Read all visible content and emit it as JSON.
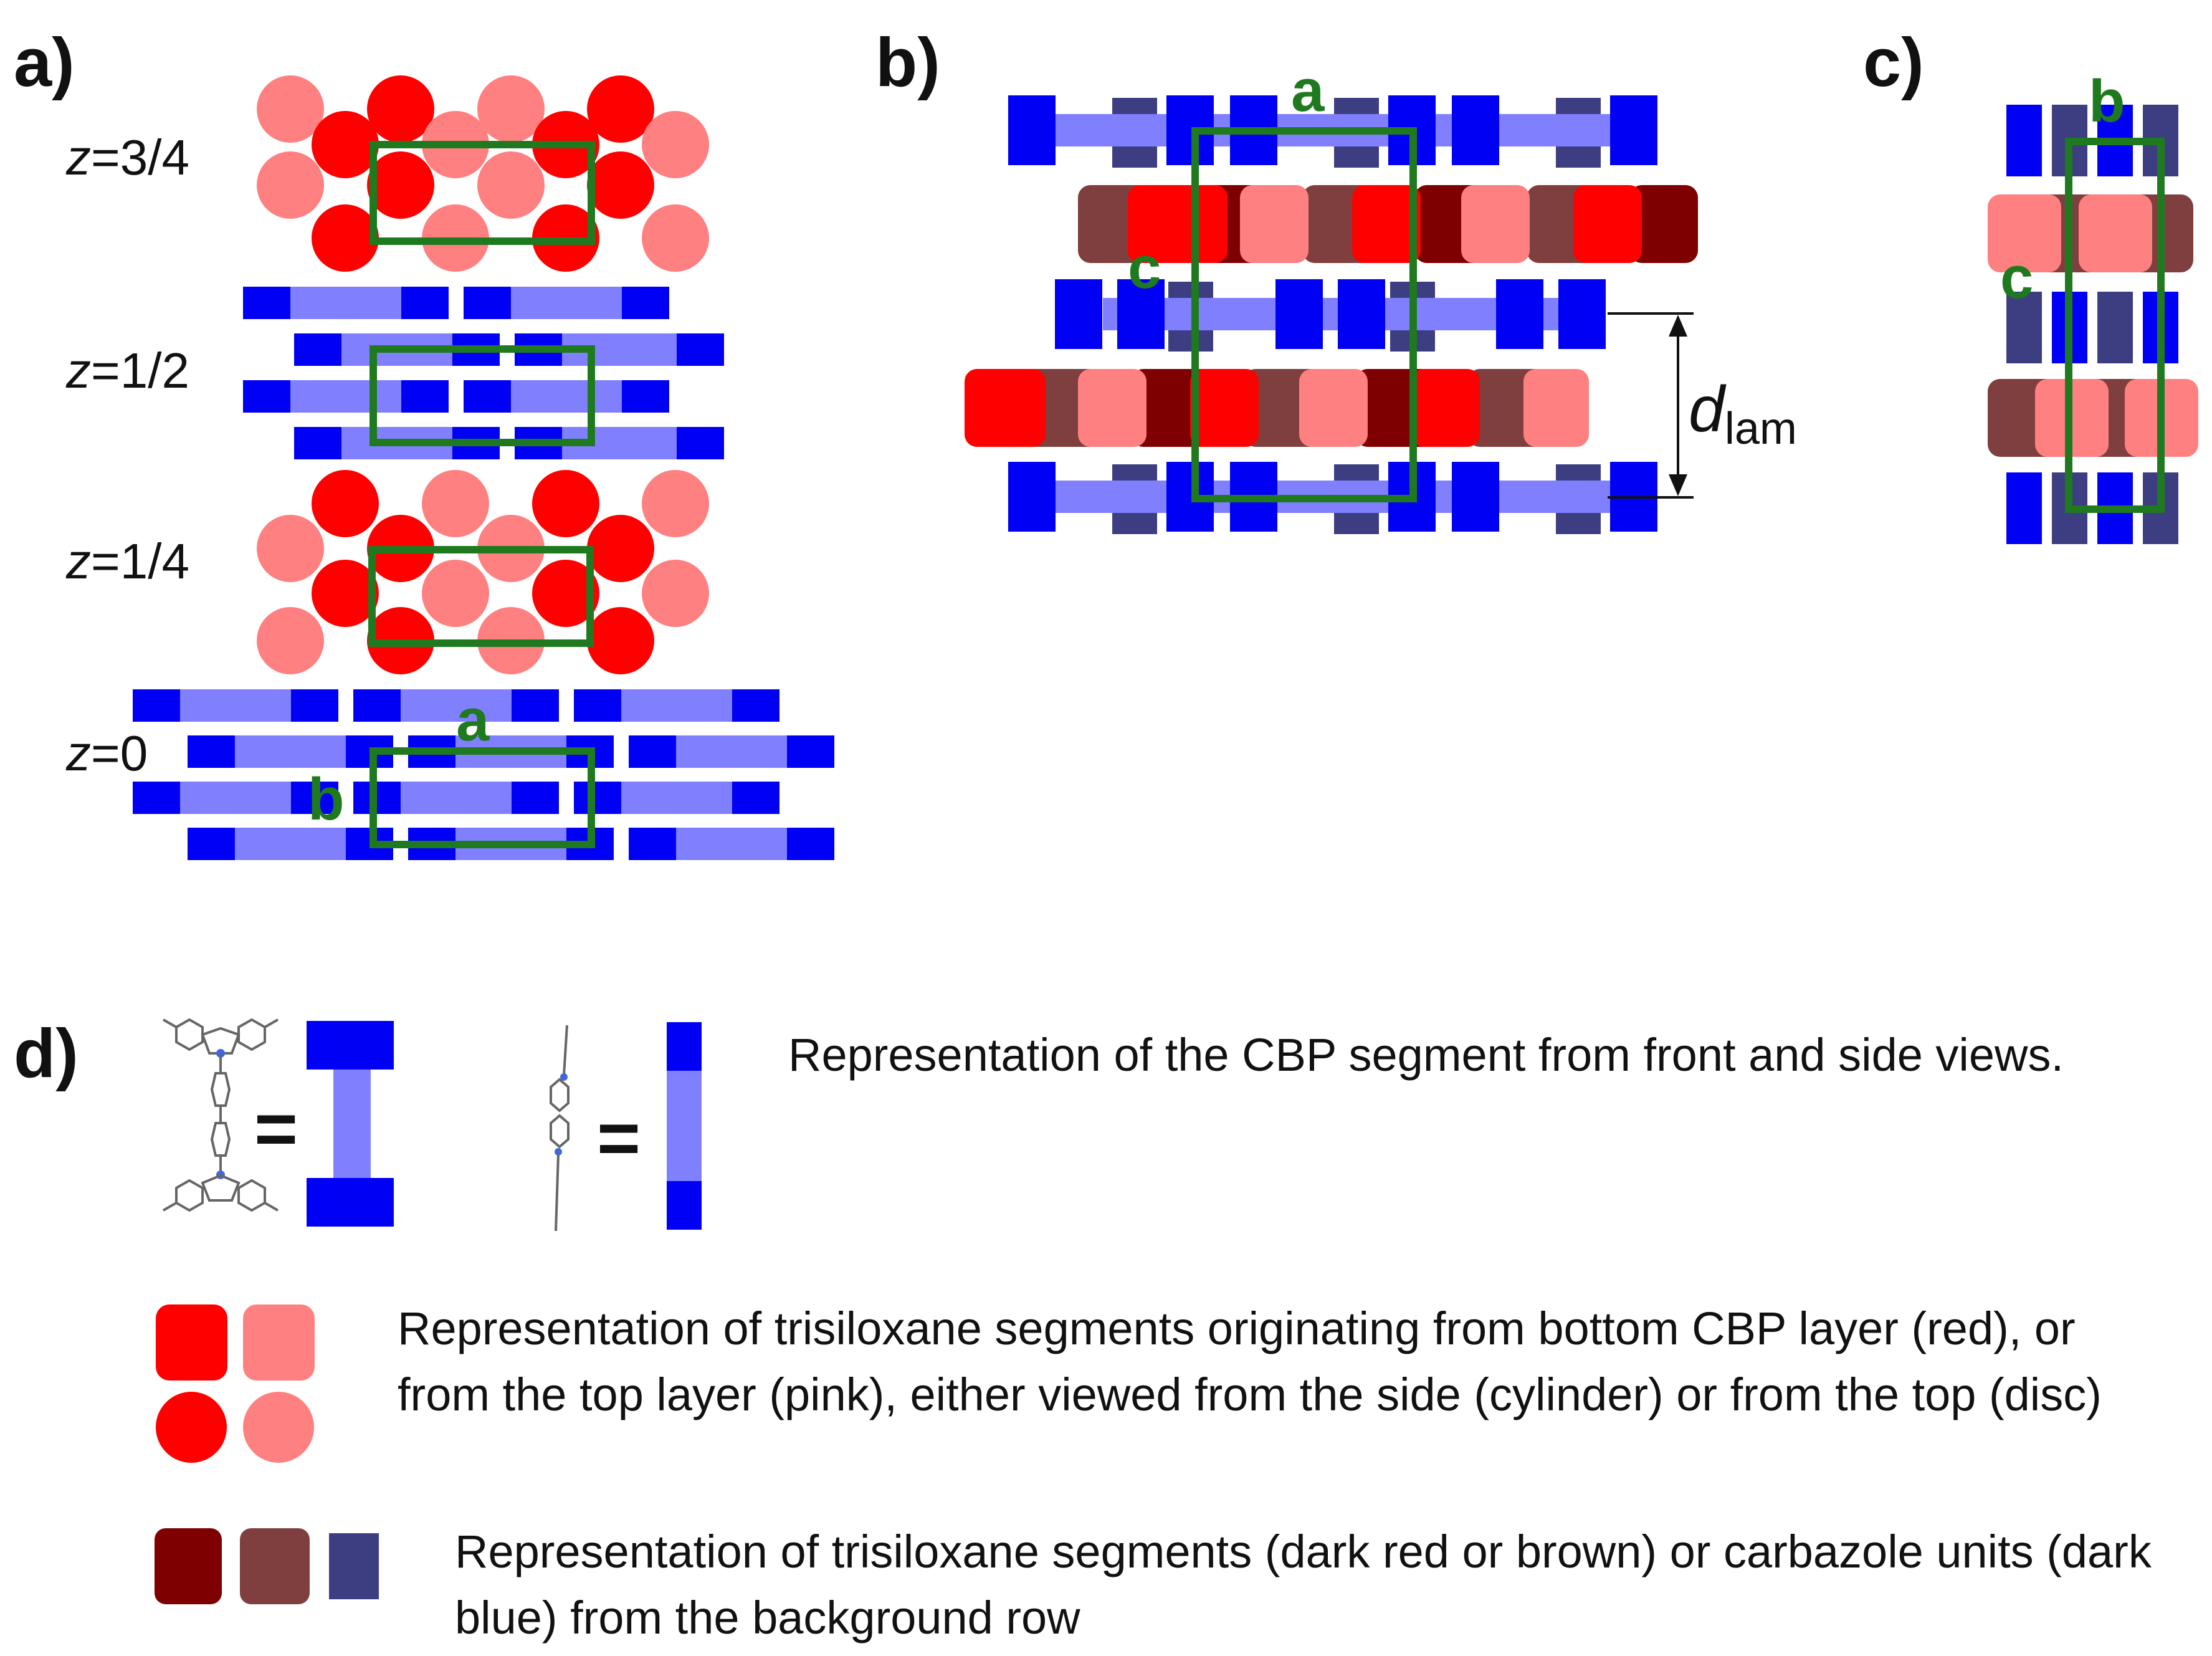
{
  "panels": {
    "a": {
      "label": "a)",
      "layers": [
        {
          "italic": "z",
          "rest": "=3/4"
        },
        {
          "italic": "z",
          "rest": "=1/2"
        },
        {
          "italic": "z",
          "rest": "=1/4"
        },
        {
          "italic": "z",
          "rest": "=0"
        }
      ],
      "axis_a": "a",
      "axis_b": "b"
    },
    "b": {
      "label": "b)",
      "axis_a": "a",
      "axis_c": "c",
      "dlam_main": "d",
      "dlam_sub": "lam"
    },
    "c": {
      "label": "c)",
      "axis_b": "b",
      "axis_c": "c"
    },
    "d": {
      "label": "d)",
      "equals": "=",
      "legend": [
        {
          "lines": [
            "Representation of the CBP segment from front and side views."
          ]
        },
        {
          "lines": [
            "Representation of trisiloxane segments originating from bottom CBP layer (red), or",
            "from the top layer (pink), either viewed from the side (cylinder) or from the top (disc)"
          ]
        },
        {
          "lines": [
            "Representation of trisiloxane segments (dark red or brown) or carbazole units (dark",
            "blue) from the background row"
          ]
        }
      ]
    }
  },
  "colors": {
    "blue": "#0000f5",
    "light_blue": "#8080ff",
    "dark_blue": "#3d3d82",
    "red": "#ff0000",
    "pink": "#ff8080",
    "dark_red": "#7f0000",
    "brown": "#7f3f3f",
    "green": "#1f7a1f"
  }
}
